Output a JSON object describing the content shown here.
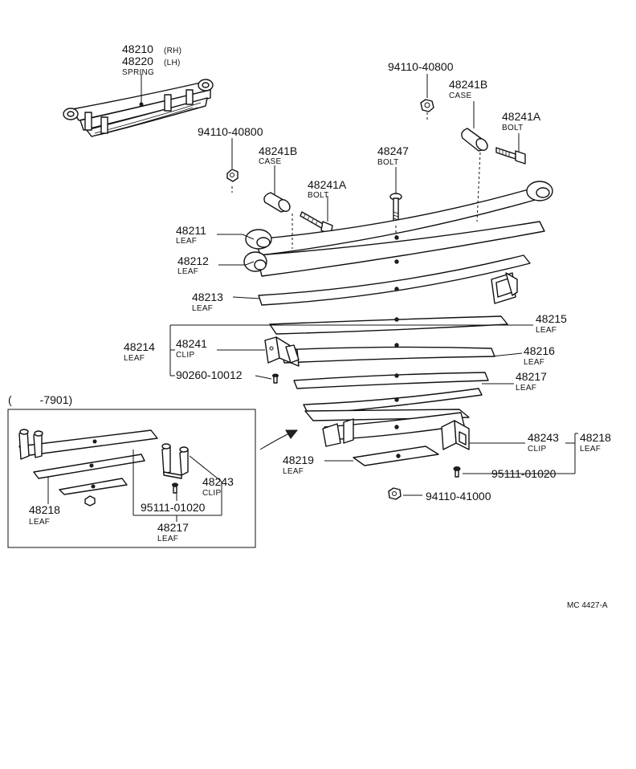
{
  "labels": {
    "spring_rh": {
      "number": "48210",
      "suffix": "(RH)"
    },
    "spring_lh": {
      "number": "48220",
      "suffix": "(LH)",
      "name": "SPRING"
    },
    "nut_top": {
      "number": "94110-40800"
    },
    "case_right": {
      "number": "48241B",
      "name": "CASE"
    },
    "bolt_right": {
      "number": "48241A",
      "name": "BOLT"
    },
    "nut_left": {
      "number": "94110-40800"
    },
    "case_left": {
      "number": "48241B",
      "name": "CASE"
    },
    "center_bolt": {
      "number": "48247",
      "name": "BOLT"
    },
    "bolt_left": {
      "number": "48241A",
      "name": "BOLT"
    },
    "leaf_48211": {
      "number": "48211",
      "name": "LEAF"
    },
    "leaf_48212": {
      "number": "48212",
      "name": "LEAF"
    },
    "leaf_48213": {
      "number": "48213",
      "name": "LEAF"
    },
    "leaf_48214": {
      "number": "48214",
      "name": "LEAF"
    },
    "clip_48241": {
      "number": "48241",
      "name": "CLIP"
    },
    "rivet_90260": {
      "number": "90260-10012"
    },
    "leaf_48215": {
      "number": "48215",
      "name": "LEAF"
    },
    "leaf_48216": {
      "number": "48216",
      "name": "LEAF"
    },
    "leaf_48217": {
      "number": "48217",
      "name": "LEAF"
    },
    "clip_48243": {
      "number": "48243",
      "name": "CLIP"
    },
    "leaf_48218": {
      "number": "48218",
      "name": "LEAF"
    },
    "leaf_48219": {
      "number": "48219",
      "name": "LEAF"
    },
    "screw_95111": {
      "number": "95111-01020"
    },
    "nut_bottom": {
      "number": "94110-41000"
    }
  },
  "inset": {
    "range_label": "(         -7901)",
    "leaf_48218": {
      "number": "48218",
      "name": "LEAF"
    },
    "clip_48243": {
      "number": "48243",
      "name": "CLIP"
    },
    "screw_95111": {
      "number": "95111-01020"
    },
    "leaf_48217": {
      "number": "48217",
      "name": "LEAF"
    }
  },
  "figure_code": "MC 4427-A"
}
